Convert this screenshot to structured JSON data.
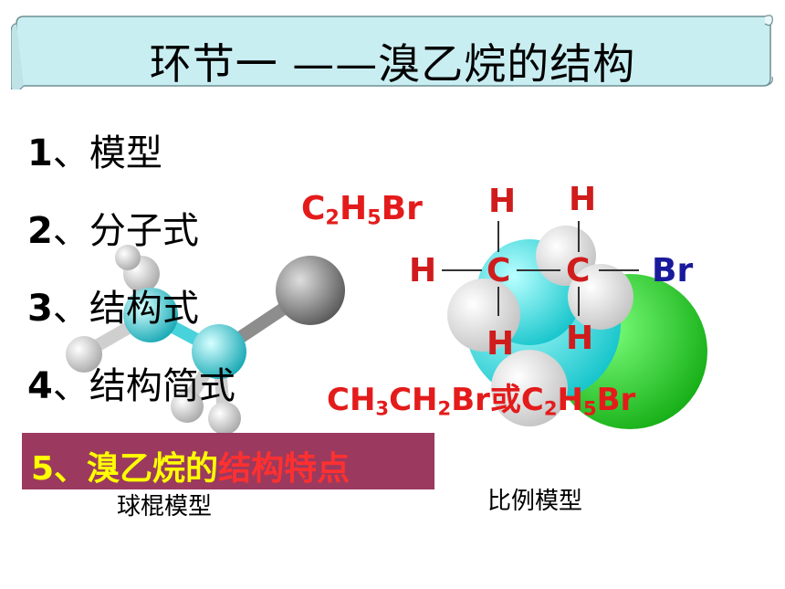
{
  "title": "环节一  ——溴乙烷的结构",
  "outline": [
    {
      "num": "1",
      "sep": "、",
      "text": "模型"
    },
    {
      "num": "2",
      "sep": "、",
      "text": "分子式"
    },
    {
      "num": "3",
      "sep": "、",
      "text": "结构式"
    },
    {
      "num": "4",
      "sep": "、",
      "text": "结构简式"
    }
  ],
  "highlight": {
    "part1": "5、溴乙烷的",
    "part2": "结构特点"
  },
  "captions": {
    "ball_stick": "球棍模型",
    "space_fill": "比例模型"
  },
  "formula_small": {
    "c": "C",
    "n1": "2",
    "h": "H",
    "n2": "5",
    "br": "Br"
  },
  "formula_long": {
    "a": "CH",
    "n1": "3",
    "b": "CH",
    "n2": "2",
    "c": "Br或C",
    "n3": "2",
    "d": "H",
    "n4": "5",
    "e": "Br"
  },
  "structural": {
    "h": "H",
    "c": "C",
    "br": "Br"
  },
  "colors": {
    "banner": "#c9eef2",
    "highlight_bg": "#9b3a5e",
    "formula": "#e41b1b",
    "bromine_label": "#1a1a9c"
  }
}
